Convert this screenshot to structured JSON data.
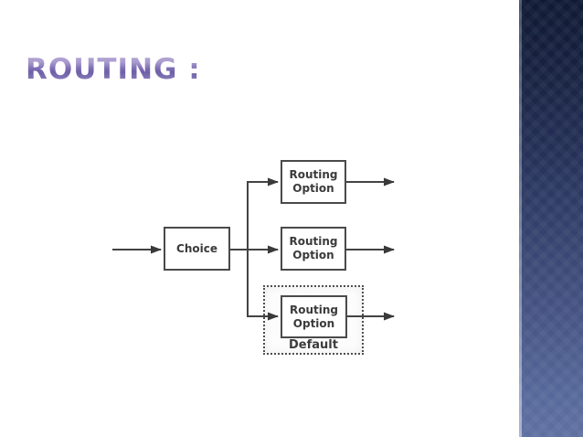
{
  "slide": {
    "title": "ROUTING :",
    "title_color": "#7a6ab0",
    "background_color": "#ffffff",
    "sidebar": {
      "position": "right",
      "top_color": "#101a35",
      "bottom_color": "#5f70a1"
    }
  },
  "diagram": {
    "type": "flowchart",
    "line_color": "#3f3f3f",
    "node_border_color": "#4a4a4a",
    "text_color": "#3b3b3b",
    "nodes": [
      {
        "id": "choice",
        "label": "Choice",
        "shape": "rect"
      },
      {
        "id": "routing-option-top",
        "label": "Routing Option",
        "shape": "rect"
      },
      {
        "id": "routing-option-middle",
        "label": "Routing Option",
        "shape": "rect"
      },
      {
        "id": "routing-option-default",
        "label": "Routing Option",
        "shape": "rect"
      }
    ],
    "group": {
      "label": "Default",
      "style": "dotted",
      "contains": "routing-option-default"
    },
    "edges": [
      {
        "from": "input",
        "to": "choice",
        "arrow": true
      },
      {
        "from": "choice",
        "to": "routing-option-top",
        "arrow": true
      },
      {
        "from": "choice",
        "to": "routing-option-middle",
        "arrow": true
      },
      {
        "from": "choice",
        "to": "routing-option-default",
        "arrow": true
      },
      {
        "from": "routing-option-top",
        "to": "output-top",
        "arrow": true
      },
      {
        "from": "routing-option-middle",
        "to": "output-middle",
        "arrow": true
      },
      {
        "from": "routing-option-default",
        "to": "output-bottom",
        "arrow": true
      }
    ]
  }
}
